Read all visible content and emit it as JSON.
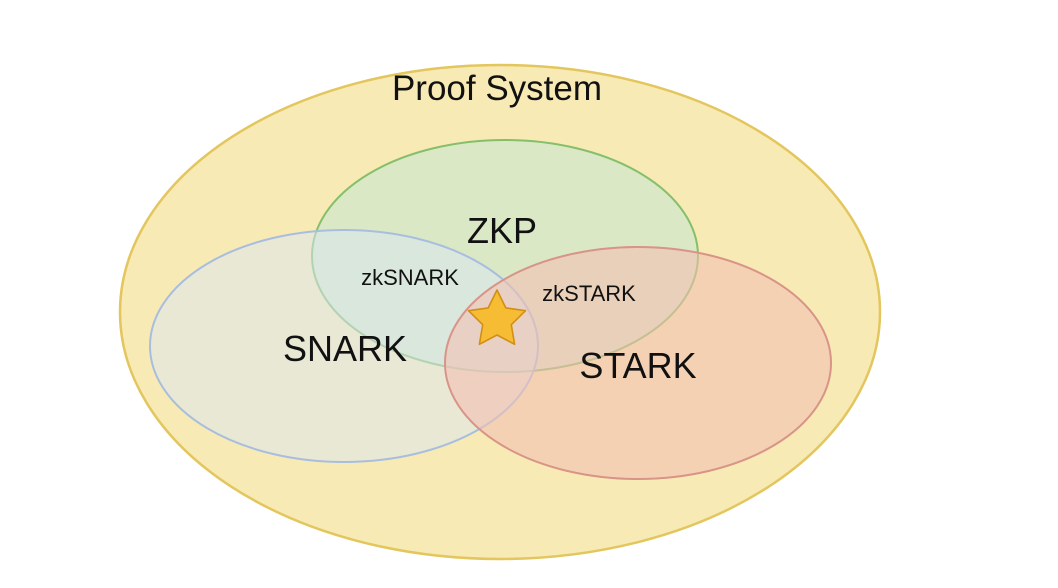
{
  "diagram": {
    "outer_label": "Proof System",
    "zkp_label": "ZKP",
    "snark_label": "SNARK",
    "stark_label": "STARK",
    "zksnark_label": "zkSNARK",
    "zkstark_label": "zkSTARK",
    "star_icon": "star-icon",
    "colors": {
      "outer_fill": "#f8eab5",
      "outer_stroke": "#e3c65d",
      "zkp_fill": "#d3e8c8",
      "zkp_stroke": "#86bf6a",
      "snark_fill": "#dbe6f3",
      "snark_stroke": "#a8bedf",
      "stark_fill": "#f3c0b1",
      "stark_stroke": "#d99488",
      "star_fill": "#f6bd34",
      "star_stroke": "#d28f14"
    }
  }
}
